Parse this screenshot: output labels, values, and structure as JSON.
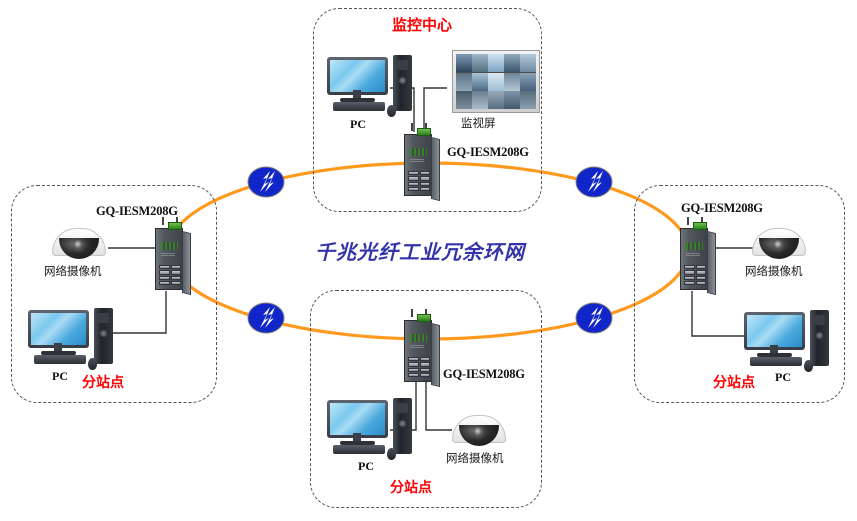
{
  "diagram": {
    "ring_title": "千兆光纤工业冗余环网",
    "ring_color": "#FF9A1E",
    "title_color": "#3333AA",
    "site_label_color": "#FF0000",
    "box_border_color": "#555555"
  },
  "sites": {
    "top": {
      "label": "监控中心",
      "switch_model": "GQ-IESM208G",
      "devices": [
        {
          "name": "pc",
          "label": "PC"
        },
        {
          "name": "video-wall",
          "label": "监视屏"
        }
      ]
    },
    "left": {
      "label": "分站点",
      "switch_model": "GQ-IESM208G",
      "devices": [
        {
          "name": "ip-camera",
          "label": "网络摄像机"
        },
        {
          "name": "pc",
          "label": "PC"
        }
      ]
    },
    "right": {
      "label": "分站点",
      "switch_model": "GQ-IESM208G",
      "devices": [
        {
          "name": "ip-camera",
          "label": "网络摄像机"
        },
        {
          "name": "pc",
          "label": "PC"
        }
      ]
    },
    "bottom": {
      "label": "分站点",
      "switch_model": "GQ-IESM208G",
      "devices": [
        {
          "name": "pc",
          "label": "PC"
        },
        {
          "name": "ip-camera",
          "label": "网络摄像机"
        }
      ]
    }
  },
  "fiber_nodes": [
    {
      "name": "fiber-node-top-left"
    },
    {
      "name": "fiber-node-top-right"
    },
    {
      "name": "fiber-node-bottom-left"
    },
    {
      "name": "fiber-node-bottom-right"
    }
  ]
}
